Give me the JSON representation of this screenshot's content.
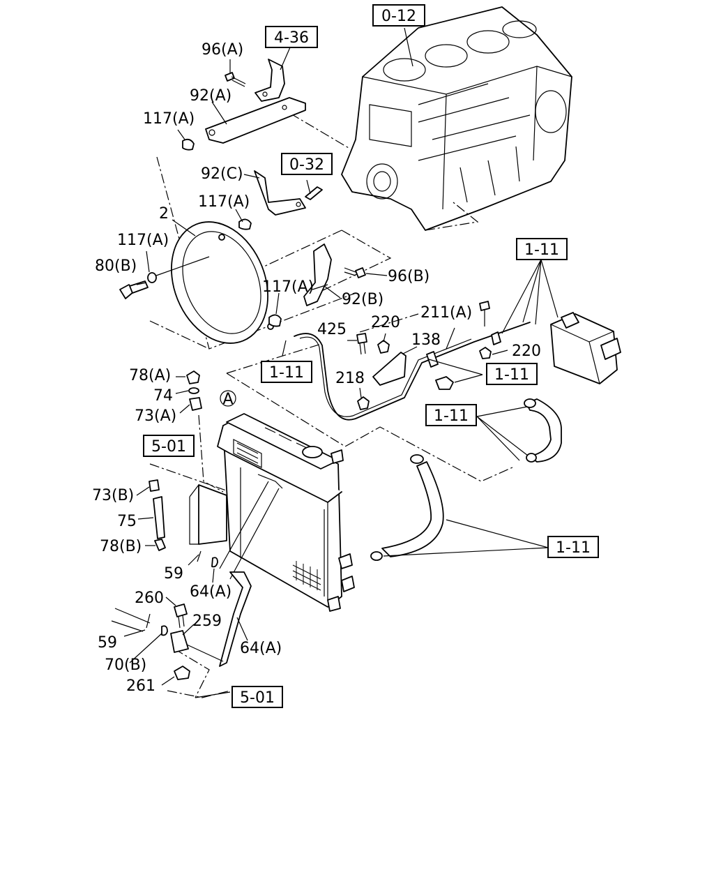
{
  "reference_boxes": [
    {
      "id": "ref-0-12-top",
      "text": "0-12"
    },
    {
      "id": "ref-4-36",
      "text": "4-36"
    },
    {
      "id": "ref-0-32",
      "text": "0-32"
    },
    {
      "id": "ref-1-11-upper-right",
      "text": "1-11"
    },
    {
      "id": "ref-1-11-left",
      "text": "1-11"
    },
    {
      "id": "ref-1-11-middle",
      "text": "1-11"
    },
    {
      "id": "ref-1-11-hose",
      "text": "1-11"
    },
    {
      "id": "ref-5-01-upper",
      "text": "5-01"
    },
    {
      "id": "ref-1-11-lower",
      "text": "1-11"
    },
    {
      "id": "ref-5-01-lower",
      "text": "5-01"
    }
  ],
  "callouts": [
    "96(A)",
    "92(A)",
    "117(A)",
    "92(C)",
    "117(A)",
    "2",
    "117(A)",
    "80(B)",
    "117(A)",
    "96(B)",
    "92(B)",
    "211(A)",
    "425",
    "220",
    "138",
    "220",
    "218",
    "78(A)",
    "74",
    "73(A)",
    "73(B)",
    "75",
    "78(B)",
    "59",
    "64(A)",
    "260",
    "259",
    "59",
    "64(A)",
    "70(B)",
    "261"
  ],
  "circle_marker": "A"
}
